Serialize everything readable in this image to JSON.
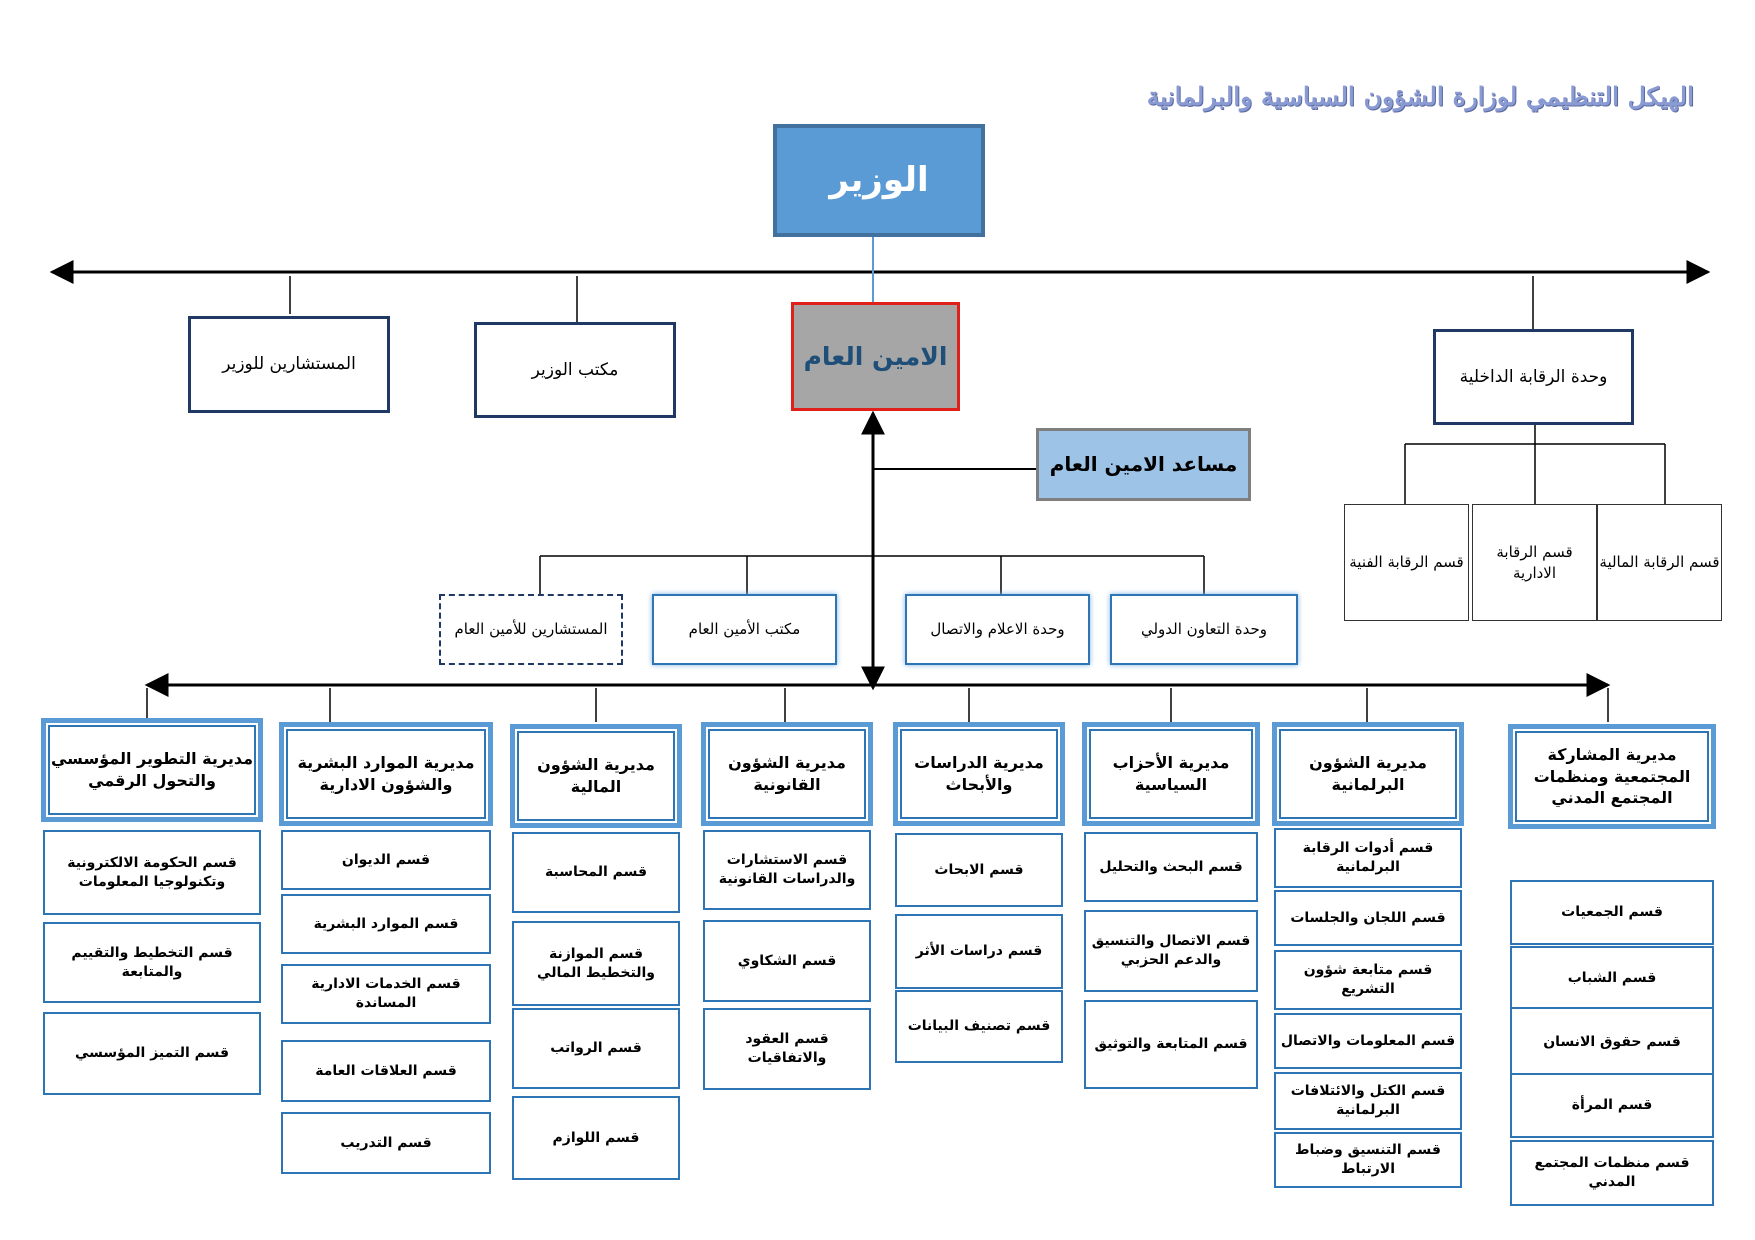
{
  "title": "الهيكل التنظيمي لوزارة الشؤون السياسية والبرلمانية",
  "minister": "الوزير",
  "secretary_general": "الامين العام",
  "assistant_secretary_general": "مساعد الامين العام",
  "minister_units": {
    "advisors": "المستشارين للوزير",
    "office": "مكتب الوزير",
    "internal_audit": "وحدة الرقابة الداخلية"
  },
  "audit_sections": [
    "قسم الرقابة المالية",
    "قسم الرقابة الادارية",
    "قسم الرقابة الفنية"
  ],
  "secgen_units": [
    "وحدة التعاون الدولي",
    "وحدة الاعلام والاتصال",
    "مكتب الأمين العام",
    "المستشارين للأمين العام"
  ],
  "directorates": [
    {
      "name": "مديرية المشاركة المجتمعية ومنظمات المجتمع المدني",
      "departments": [
        "قسم الجمعيات",
        "قسم الشباب",
        "قسم حقوق الانسان",
        "قسم المرأة",
        "قسم منظمات المجتمع المدني"
      ]
    },
    {
      "name": "مديرية الشؤون البرلمانية",
      "departments": [
        "قسم أدوات الرقابة البرلمانية",
        "قسم اللجان والجلسات",
        "قسم متابعة شؤون التشريع",
        "قسم المعلومات والاتصال",
        "قسم الكتل والائتلافات البرلمانية",
        "قسم التنسيق وضباط الارتباط"
      ]
    },
    {
      "name": "مديرية الأحزاب السياسية",
      "departments": [
        "قسم البحث والتحليل",
        "قسم الاتصال والتنسيق والدعم الحزبي",
        "قسم المتابعة والتوثيق"
      ]
    },
    {
      "name": "مديرية الدراسات والأبحاث",
      "departments": [
        "قسم الابحاث",
        "قسم دراسات الأثر",
        "قسم تصنيف البيانات"
      ]
    },
    {
      "name": "مديرية الشؤون القانونية",
      "departments": [
        "قسم الاستشارات والدراسات القانونية",
        "قسم الشكاوي",
        "قسم العقود والاتفاقيات"
      ]
    },
    {
      "name": "مديرية الشؤون المالية",
      "departments": [
        "قسم المحاسبة",
        "قسم الموازنة والتخطيط المالي",
        "قسم الرواتب",
        "قسم اللوازم"
      ]
    },
    {
      "name": "مديرية الموارد البشرية والشؤون الادارية",
      "departments": [
        "قسم الديوان",
        "قسم الموارد البشرية",
        "قسم الخدمات الادارية المساندة",
        "قسم العلاقات العامة",
        "قسم التدريب"
      ]
    },
    {
      "name": "مديرية التطوير المؤسسي والتحول الرقمي",
      "departments": [
        "قسم الحكومة الالكترونية وتكنولوجيا المعلومات",
        "قسم التخطيط والتقييم والمتابعة",
        "قسم التميز المؤسسي"
      ]
    }
  ]
}
